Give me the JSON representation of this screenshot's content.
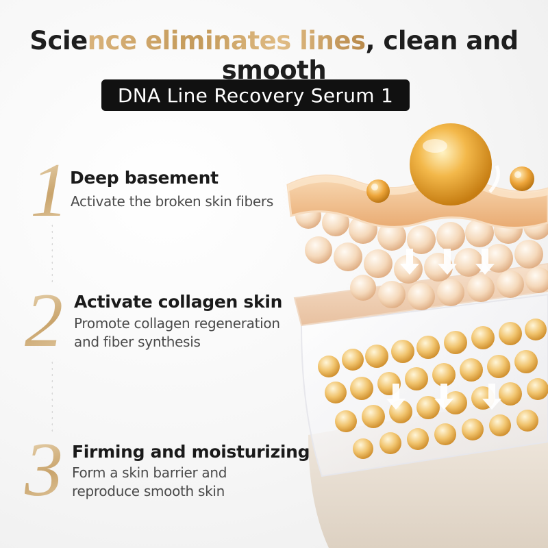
{
  "headline": {
    "part1": "Scie",
    "part2_gold": "nce eliminates lines",
    "part3": ", clean and smooth"
  },
  "product_label": "DNA Line Recovery Serum 1",
  "steps": [
    {
      "number": "1",
      "title": "Deep basement",
      "desc_line1": "Activate the broken skin fibers",
      "desc_line2": ""
    },
    {
      "number": "2",
      "title": "Activate collagen skin",
      "desc_line1": "Promote collagen regeneration",
      "desc_line2": "and fiber synthesis"
    },
    {
      "number": "3",
      "title": "Firming and moisturizing",
      "desc_line1": "Form a skin barrier and",
      "desc_line2": "reproduce smooth skin"
    }
  ],
  "illustration": {
    "name": "skin-layers-illustration",
    "accent": "#e8a534",
    "layer_top": "#f2c79a",
    "bubble": "#f6dcc0"
  }
}
